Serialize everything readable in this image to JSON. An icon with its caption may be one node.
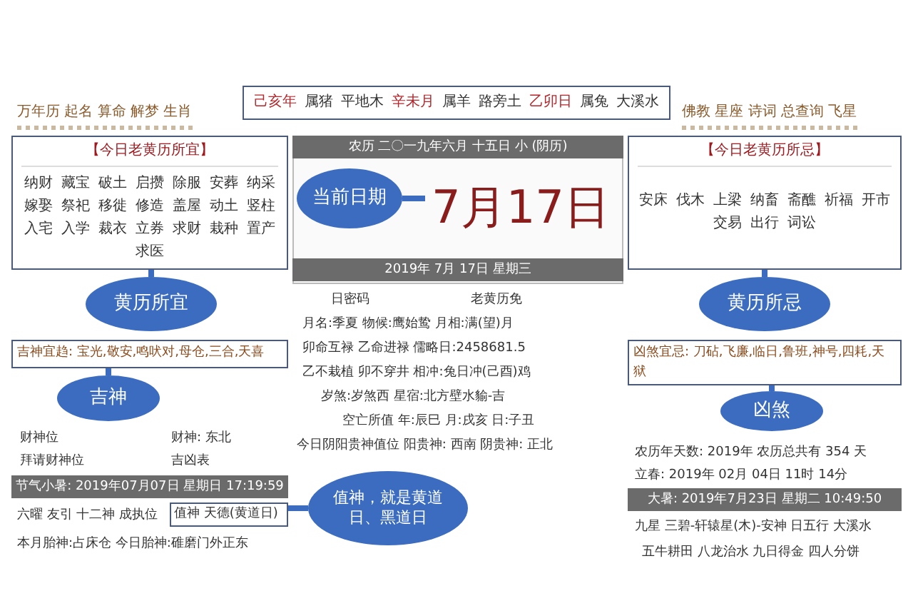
{
  "diagram": {
    "nodes": [
      {
        "text": [
          "己亥年",
          "属猪",
          "平地木",
          "辛未月",
          "属羊",
          "路旁土",
          "乙卯日",
          "属兔",
          "大溪水"
        ]
      },
      {
        "text": [
          "【今日老黄历所宜】",
          "纳财",
          "藏宝",
          "破土",
          "启攒",
          "除服",
          "安葬",
          "纳采",
          "嫁娶",
          "祭祀",
          "移徙",
          "修造",
          "盖屋",
          "动土",
          "竖柱",
          "入宅",
          "入学",
          "裁衣",
          "立券",
          "求财",
          "栽种",
          "置产",
          "求医"
        ]
      },
      {
        "text": [
          "7月17日"
        ]
      },
      {
        "text": [
          "【今日老黄历所忌】",
          "安床",
          "伐木",
          "上梁",
          "纳畜",
          "斋醮",
          "祈福",
          "开市",
          "交易",
          "出行",
          "词讼"
        ]
      },
      {
        "text": [
          "吉神宜趋: 宝光,敬安,鸣吠对,母仓,三合,天喜"
        ]
      },
      {
        "text": [
          "值神 天德(黄道日)"
        ]
      },
      {
        "text": [
          "凶煞宜忌: 刀砧,飞廉,临日,鲁班,神号,四耗,天狱"
        ]
      },
      {
        "text": [
          "当前日期"
        ]
      },
      {
        "text": [
          "黄历所宜"
        ]
      },
      {
        "text": [
          "黄历所忌"
        ]
      },
      {
        "text": [
          "值神，就是黄道日、黑道日"
        ]
      },
      {
        "text": [
          "吉神"
        ]
      },
      {
        "text": [
          "凶煞"
        ]
      }
    ],
    "edges": [
      {
        "from": 7,
        "to": 2,
        "arrow": "none"
      },
      {
        "from": 8,
        "to": 1,
        "arrow": "none"
      },
      {
        "from": 9,
        "to": 3,
        "arrow": "none"
      },
      {
        "from": 10,
        "to": 5,
        "arrow": "none"
      },
      {
        "from": 11,
        "to": 4,
        "arrow": "none"
      },
      {
        "from": 12,
        "to": 6,
        "arrow": "none"
      }
    ],
    "labels": [
      "万年历 起名 算命 解梦 生肖",
      "佛教 星座 诗词 总查询 飞星",
      "农历 二〇一九年六月 十五日 小 (阴历)",
      "2019年 7月 17日 星期三",
      "日密码",
      "老黄历免",
      "财神位",
      "财神: 东北",
      "月名:季夏 物候:鹰始鸷 月相:满(望)月",
      "拜请财神位",
      "吉凶表",
      "卯命互禄 乙命进禄 儒略日:2458681.5",
      "农历年天数: 2019年 农历总共有 354 天",
      "立春: 2019年 02月 04日 11时 14分",
      "节气小暑: 2019年07月07日 星期日 17:19:59",
      "乙不栽植 卯不穿井 相冲:兔日冲(己酉)鸡",
      "岁煞:岁煞西 星宿:北方壁水貐-吉",
      "大暑: 2019年7月23日 星期二 10:49:50",
      "六曜 友引 十二神 成执位",
      "九星 三碧-轩辕星(木)-安神 日五行 大溪水",
      "本月胎神:占床仓 今日胎神:碓磨门外正东",
      "空亡所值 年:辰巳 月:戌亥 日:子丑",
      "今日阴阳贵神值位 阳贵神: 西南 阴贵神: 正北",
      "五牛耕田 八龙治水 九日得金 四人分饼"
    ]
  }
}
